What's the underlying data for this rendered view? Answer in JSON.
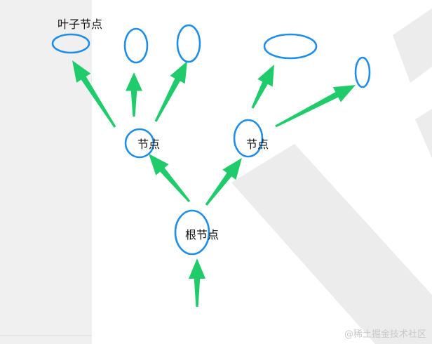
{
  "labels": {
    "leaf": "叶子节点",
    "node_left": "节点",
    "node_right": "节点",
    "root": "根节点"
  },
  "watermark": "@稀土掘金技术社区",
  "colors": {
    "node_stroke": "#1f8ee8",
    "arrow": "#1fcb6a",
    "left_panel": "#f0f0f0",
    "watermark_shape": "#ececec",
    "watermark_text": "#c9c9c9"
  }
}
